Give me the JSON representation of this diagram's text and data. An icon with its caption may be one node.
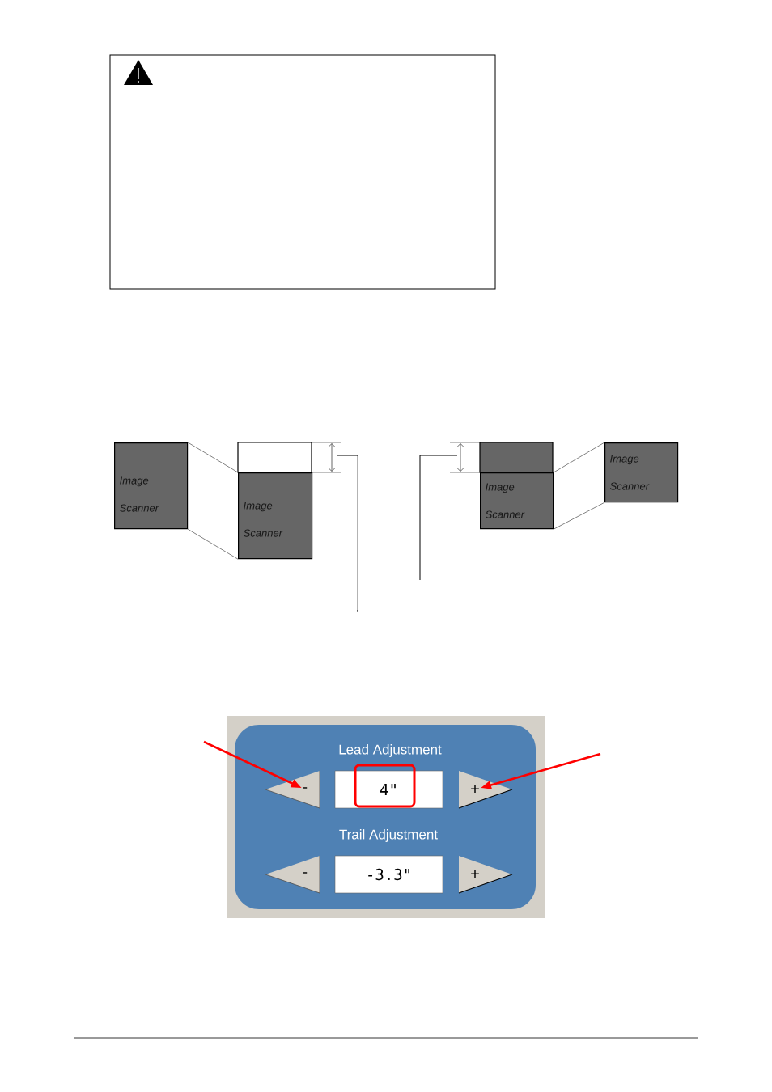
{
  "diagram": {
    "nodes": [
      {
        "text": [
          "Image Scanner"
        ]
      },
      {
        "text": [
          "Image Scanner"
        ]
      },
      {
        "text": [
          "Image Scanner"
        ]
      },
      {
        "text": [
          "Image Scanner"
        ]
      },
      {
        "text": [
          "-"
        ]
      },
      {
        "text": [
          "4\""
        ]
      },
      {
        "text": [
          "+"
        ]
      },
      {
        "text": [
          "-"
        ]
      },
      {
        "text": [
          "-3.3\""
        ]
      },
      {
        "text": [
          "+"
        ]
      }
    ],
    "edges": [
      {
        "from": 0,
        "to": 1,
        "arrow": "none"
      },
      {
        "from": 0,
        "to": 1,
        "arrow": "none"
      },
      {
        "from": 2,
        "to": 3,
        "arrow": "none"
      },
      {
        "from": 2,
        "to": 3,
        "arrow": "none"
      },
      {
        "from": 1,
        "to": null,
        "arrow": "none"
      },
      {
        "from": 2,
        "to": null,
        "arrow": "none"
      },
      {
        "from": null,
        "to": 4,
        "arrow": "to",
        "style": "thick",
        "color": "#ff0000"
      },
      {
        "from": null,
        "to": 6,
        "arrow": "to",
        "style": "thick",
        "color": "#ff0000"
      }
    ],
    "labels": [
      "Lead Adjustment",
      "Trail Adjustment"
    ]
  }
}
